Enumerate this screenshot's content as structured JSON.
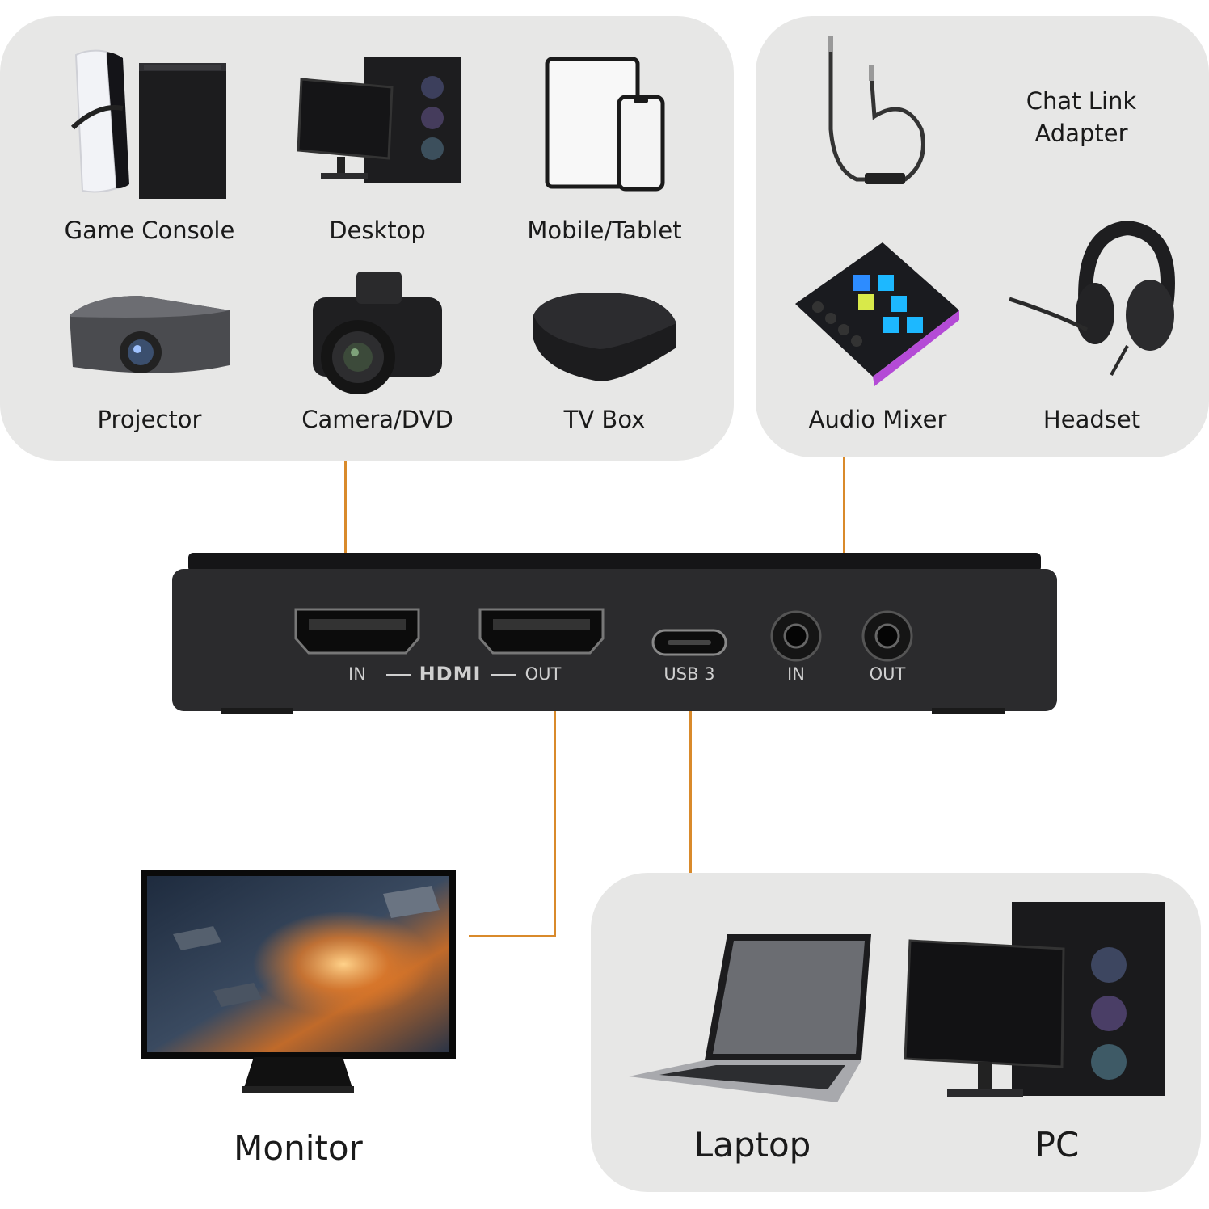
{
  "source_devices": {
    "game_console": "Game Console",
    "desktop": "Desktop",
    "mobile_tablet": "Mobile/Tablet",
    "projector": "Projector",
    "camera_dvd": "Camera/DVD",
    "tv_box": "TV Box"
  },
  "audio_devices": {
    "chat_link_line1": "Chat Link",
    "chat_link_line2": "Adapter",
    "audio_mixer": "Audio Mixer",
    "headset": "Headset"
  },
  "capture_box": {
    "hdmi_in": "IN",
    "hdmi_logo": "HDMI",
    "hdmi_out": "OUT",
    "usb": "USB 3",
    "audio_in": "IN",
    "audio_out": "OUT"
  },
  "outputs": {
    "monitor": "Monitor",
    "laptop": "Laptop",
    "pc": "PC"
  },
  "colors": {
    "panel": "#e7e7e6",
    "connector_line": "#d98a2b",
    "device_body": "#2b2b2d"
  }
}
